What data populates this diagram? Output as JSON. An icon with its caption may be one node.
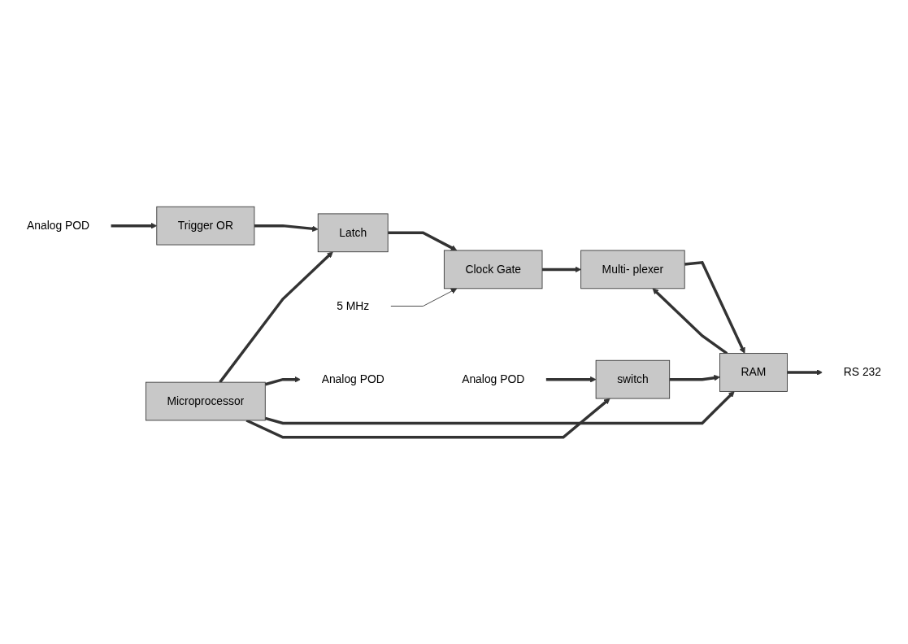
{
  "diagram": {
    "nodes": [
      {
        "text": [
          "Analog POD"
        ]
      },
      {
        "text": [
          "Trigger OR"
        ]
      },
      {
        "text": [
          "Latch"
        ]
      },
      {
        "text": [
          "Clock Gate"
        ]
      },
      {
        "text": [
          "Multi- plexer"
        ]
      },
      {
        "text": [
          "5 MHz"
        ]
      },
      {
        "text": [
          "Analog POD"
        ]
      },
      {
        "text": [
          "Microprocessor"
        ]
      },
      {
        "text": [
          "RAM"
        ]
      },
      {
        "text": [
          "RS 232"
        ]
      },
      {
        "text": [
          "Analog POD"
        ]
      },
      {
        "text": [
          "switch"
        ]
      }
    ],
    "edges": [
      {
        "from": 0,
        "to": 1,
        "arrow": "to"
      },
      {
        "from": 1,
        "to": 2,
        "arrow": "to"
      },
      {
        "from": 2,
        "to": 3,
        "arrow": "to"
      },
      {
        "from": 5,
        "to": 3,
        "arrow": "to"
      },
      {
        "from": 3,
        "to": 4,
        "arrow": "to"
      },
      {
        "from": 7,
        "to": 2,
        "arrow": "to"
      },
      {
        "from": 8,
        "to": 4,
        "arrow": "to"
      },
      {
        "from": 4,
        "to": 8,
        "arrow": "to"
      },
      {
        "from": 7,
        "to": 6,
        "arrow": "to"
      },
      {
        "from": 7,
        "to": 8,
        "arrow": "to"
      },
      {
        "from": 8,
        "to": 9,
        "arrow": "to"
      },
      {
        "from": 10,
        "to": 11,
        "arrow": "to"
      },
      {
        "from": 7,
        "to": 11,
        "arrow": "to"
      },
      {
        "from": 11,
        "to": 8,
        "arrow": "to"
      }
    ]
  }
}
